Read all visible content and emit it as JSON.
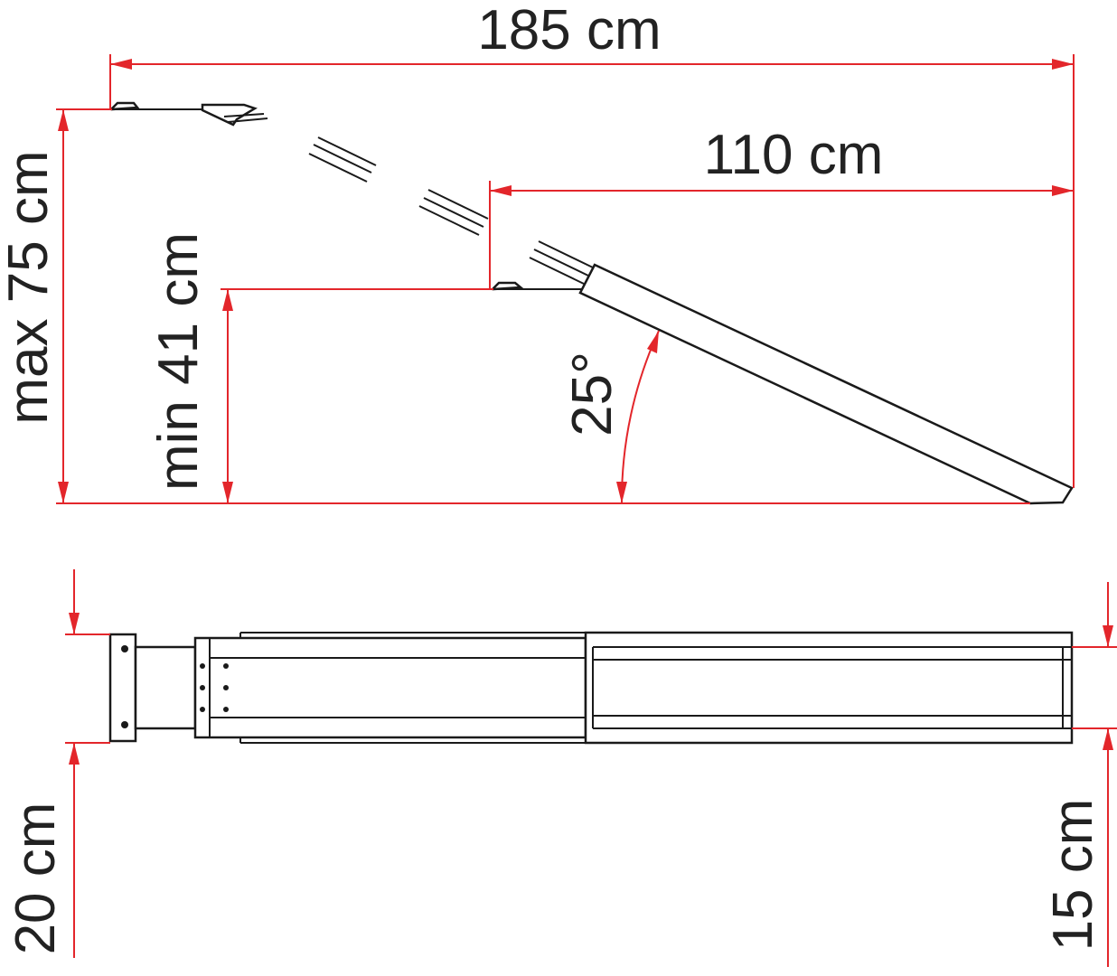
{
  "colors": {
    "dimension": "#e3262b",
    "outline": "#1a1a1a",
    "text": "#222222",
    "background": "#ffffff"
  },
  "labels": {
    "total_length": "185 cm",
    "extension_length": "110 cm",
    "max_height": "max 75 cm",
    "min_height": "min 41 cm",
    "angle": "25°",
    "mount_width": "20 cm",
    "ramp_width": "15 cm"
  }
}
